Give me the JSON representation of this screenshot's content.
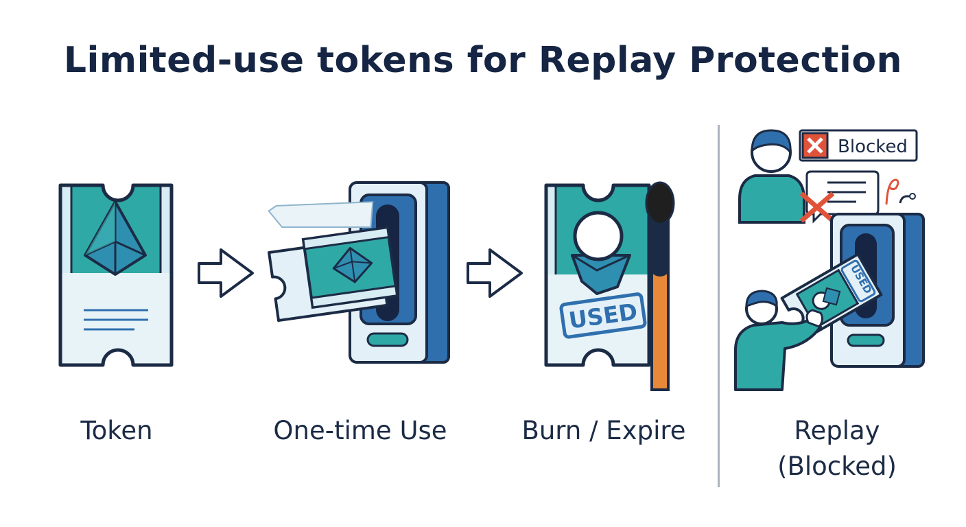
{
  "title": "Limited-use tokens for Replay Protection",
  "steps": [
    {
      "label": "Token"
    },
    {
      "label": "One-time Use"
    },
    {
      "label": "Burn / Expire"
    },
    {
      "label_line1": "Replay",
      "label_line2": "(Blocked)"
    }
  ],
  "stamps": {
    "used": "USED",
    "used_small": "USED",
    "blocked": "Blocked"
  },
  "colors": {
    "navy": "#1c2b45",
    "teal": "#2fa9a5",
    "blue": "#2f6fae",
    "light_blue": "#e3f0f7",
    "orange": "#e8893a",
    "red": "#e0533b"
  }
}
